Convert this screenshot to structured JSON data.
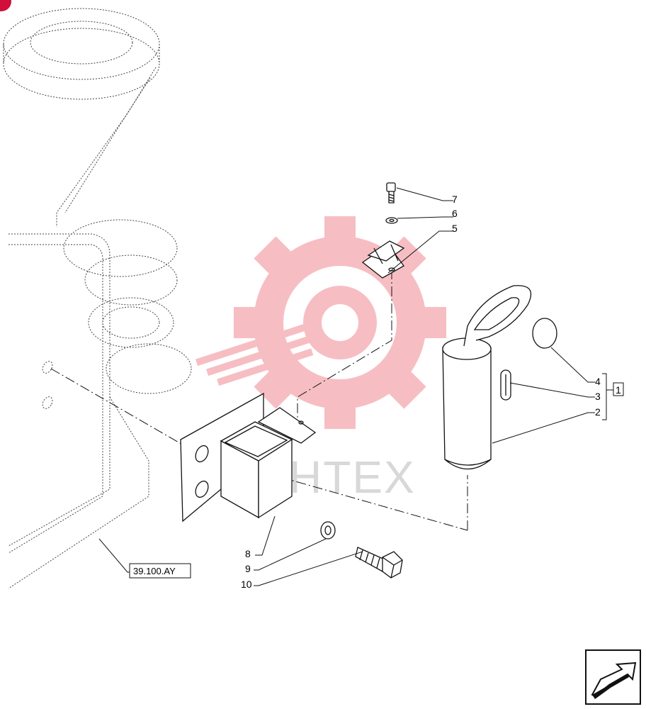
{
  "callouts": {
    "c1": "1",
    "c2": "2",
    "c3": "3",
    "c4": "4",
    "c5": "5",
    "c6": "6",
    "c7": "7",
    "c8": "8",
    "c9": "9",
    "c10": "10"
  },
  "reference_label": "39.100.AY",
  "watermark_text": "DIHTEX",
  "colors": {
    "watermark": "#f6b7bd",
    "line": "#111111",
    "corner_marker": "#d0103a"
  },
  "icons": {
    "watermark_logo": "gear-wrench-logo",
    "nav_arrow": "next-page-arrow-icon"
  }
}
